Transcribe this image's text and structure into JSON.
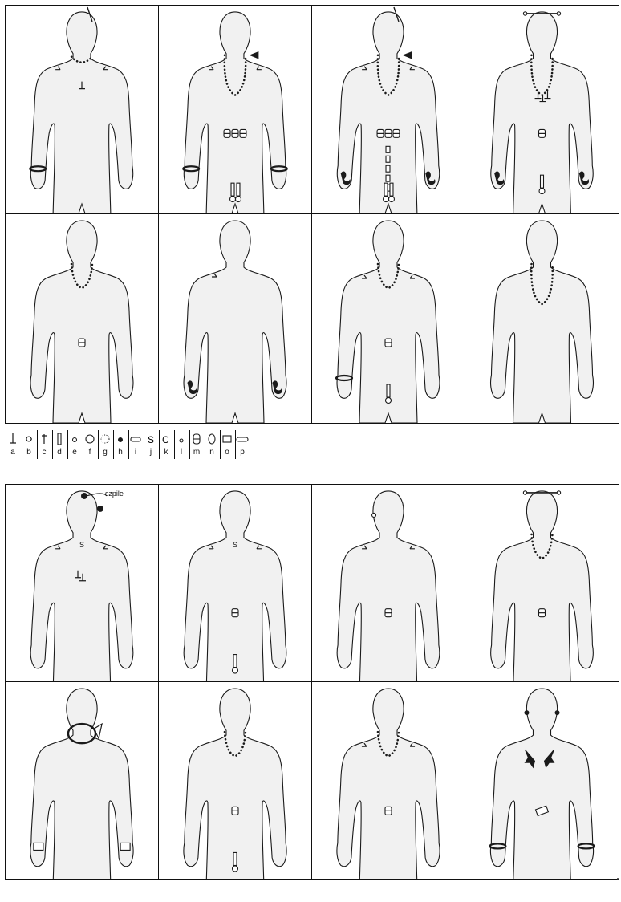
{
  "legend": {
    "keys": [
      "a",
      "b",
      "c",
      "d",
      "e",
      "f",
      "g",
      "h",
      "i",
      "j",
      "k",
      "l",
      "m",
      "n",
      "o",
      "p"
    ],
    "symbols": [
      "pin-icon",
      "ring-pin-icon",
      "hook-pin-icon",
      "bar-pin-icon",
      "small-ring-icon",
      "ring-icon",
      "beaded-ring-icon",
      "bead-icon",
      "tube-bead-icon",
      "s-spiral-icon",
      "c-ring-icon",
      "small-bead-icon",
      "double-ring-buckle-icon",
      "oval-ring-icon",
      "rectangle-plate-icon",
      "elongated-plate-icon"
    ]
  },
  "annotation": {
    "hairpins_label": "szpile"
  },
  "figures": {
    "top": [
      {
        "id": 1,
        "head_pin": true,
        "necklace": "collar",
        "fibulae_shoulders": true,
        "chest_pin": true,
        "bracelets": "left"
      },
      {
        "id": 2,
        "necklace": "long",
        "fibulae_shoulders": true,
        "marker_right": true,
        "belt_buckles": 3,
        "knives": true,
        "bracelets": "both"
      },
      {
        "id": 3,
        "head_pin": true,
        "necklace": "long",
        "fibulae_shoulders": true,
        "marker_right": true,
        "belt_buckles": 3,
        "hand_ornaments": "both",
        "chain": true
      },
      {
        "id": 4,
        "hair_pin_horizontal": true,
        "necklace": "long",
        "chest_pins": true,
        "belt_buckles": 1,
        "hand_ornaments": "both",
        "knife": true
      },
      {
        "id": 5,
        "necklace": "short",
        "belt_buckles": 1
      },
      {
        "id": 6,
        "fibulae_shoulders": "left",
        "hand_ornaments": "both"
      },
      {
        "id": 7,
        "necklace": "short",
        "fibulae_shoulders": true,
        "belt_buckles": 1,
        "bracelets": "left",
        "knife": true
      },
      {
        "id": 8,
        "necklace": "long"
      }
    ],
    "bottom": [
      {
        "id": 9,
        "hairpins": 2,
        "fibulae_shoulders": true,
        "chest_pins": true
      },
      {
        "id": 10,
        "fibulae_shoulders": true,
        "belt_buckles": 1,
        "knife": true
      },
      {
        "id": 11,
        "earring": "left",
        "fibulae_shoulders": true,
        "belt_buckles": 1
      },
      {
        "id": 12,
        "hair_pin_horizontal": true,
        "necklace": "short",
        "belt_buckles": 1
      },
      {
        "id": 13,
        "neck_ring": true,
        "hand_ornaments": "both"
      },
      {
        "id": 14,
        "necklace": "short",
        "belt_buckles": 1,
        "knife": true
      },
      {
        "id": 15,
        "necklace": "short",
        "fibulae_shoulders": true,
        "belt_buckles": 1
      },
      {
        "id": 16,
        "earrings": "both",
        "chest_ornaments": 2,
        "plaque": true,
        "bracelets": "both"
      }
    ]
  }
}
